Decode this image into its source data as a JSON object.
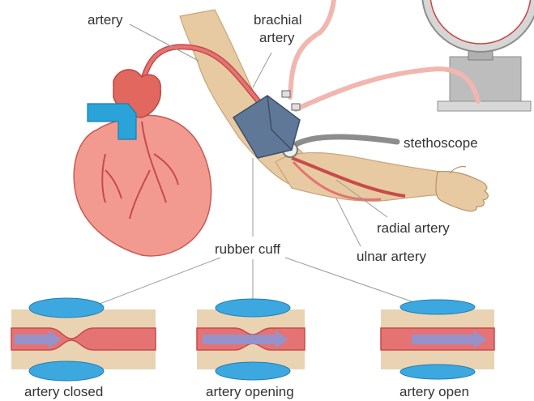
{
  "labels": {
    "artery": "artery",
    "brachial_artery_line1": "brachial",
    "brachial_artery_line2": "artery",
    "stethoscope": "stethoscope",
    "radial_artery": "radial artery",
    "ulnar_artery": "ulnar artery",
    "rubber_cuff": "rubber cuff"
  },
  "panels": [
    {
      "label": "artery closed"
    },
    {
      "label": "artery opening"
    },
    {
      "label": "artery open"
    }
  ],
  "colors": {
    "skin": "#e7c9a2",
    "skin_dark": "#d4ad84",
    "artery": "#e57373",
    "artery_dark": "#c84a4a",
    "heart": "#f29a8f",
    "heart_dark": "#c85a52",
    "heart_top": "#e1675f",
    "vein_blue": "#2aa3d8",
    "cuff": "#5f7898",
    "cuff_dark": "#3d4f66",
    "cuff_blue": "#3da8e0",
    "vessel_tan": "#e9d3b3",
    "flow_arrow": "#8a98d8",
    "gauge_metal": "#c6c6c6",
    "leader": "#9a9a9a"
  }
}
